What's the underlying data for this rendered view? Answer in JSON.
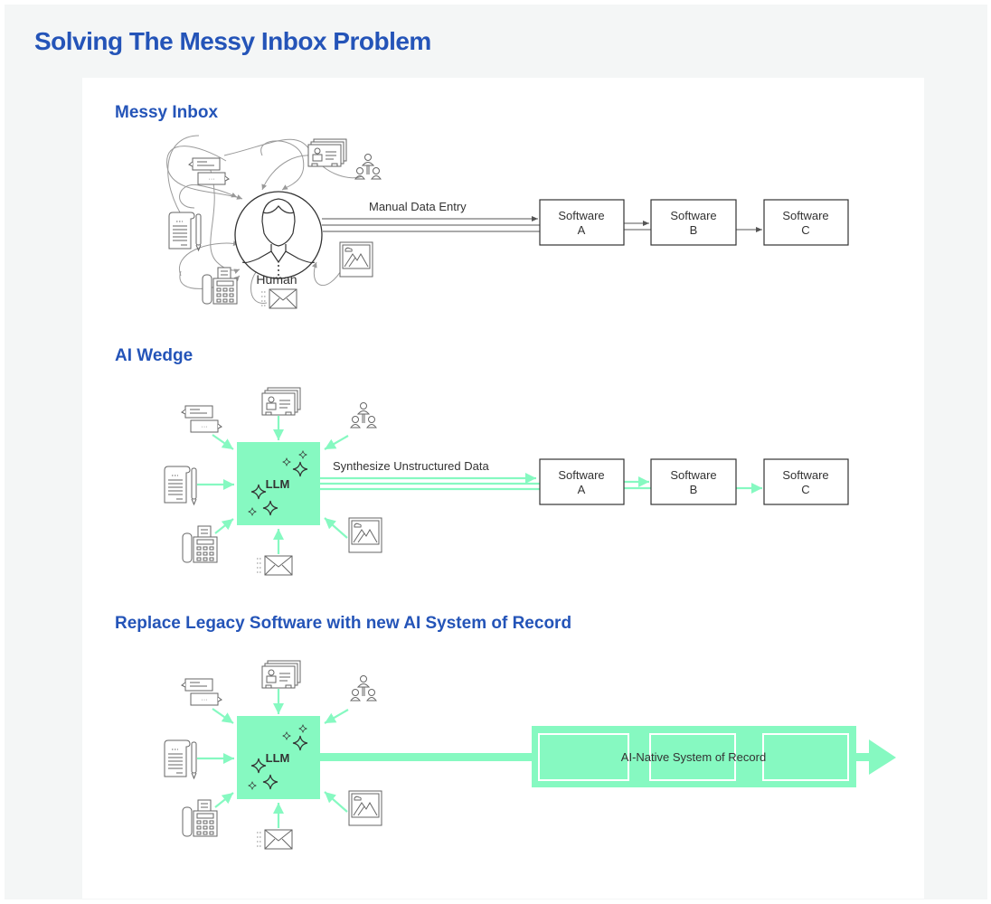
{
  "page": {
    "title": "Solving The Messy Inbox Problem",
    "colors": {
      "heading_blue": "#2454b8",
      "llm_green": "#86f9c1",
      "line_gray": "#555555",
      "panel_bg": "#f4f6f6"
    }
  },
  "sections": [
    {
      "heading": "Messy Inbox",
      "hub_label": "Human",
      "flow_label": "Manual Data Entry",
      "inputs": [
        "chat-bubbles",
        "id-cards",
        "org-chart",
        "document-with-pen",
        "fax-phone",
        "envelope",
        "image-photo"
      ],
      "software": [
        {
          "line1": "Software",
          "line2": "A"
        },
        {
          "line1": "Software",
          "line2": "B"
        },
        {
          "line1": "Software",
          "line2": "C"
        }
      ]
    },
    {
      "heading": "AI Wedge",
      "hub_label": "LLM",
      "flow_label": "Synthesize Unstructured Data",
      "inputs": [
        "chat-bubbles",
        "id-cards",
        "org-chart",
        "document-with-pen",
        "fax-phone",
        "envelope",
        "image-photo"
      ],
      "software": [
        {
          "line1": "Software",
          "line2": "A"
        },
        {
          "line1": "Software",
          "line2": "B"
        },
        {
          "line1": "Software",
          "line2": "C"
        }
      ]
    },
    {
      "heading": "Replace Legacy Software with new AI System of Record",
      "hub_label": "LLM",
      "system_label": "AI-Native System of Record",
      "inputs": [
        "chat-bubbles",
        "id-cards",
        "org-chart",
        "document-with-pen",
        "fax-phone",
        "envelope",
        "image-photo"
      ]
    }
  ]
}
